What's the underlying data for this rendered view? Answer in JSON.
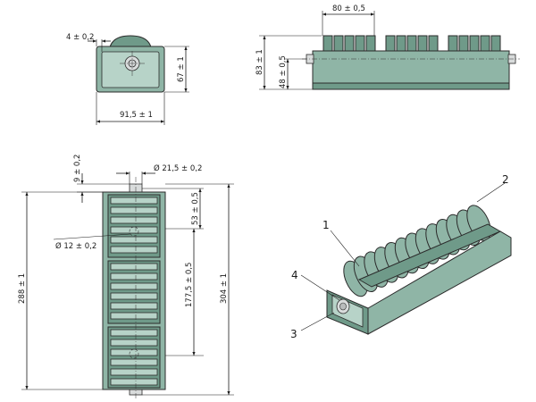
{
  "front_view": {
    "dim_wall": "4 ± 0,2",
    "dim_height": "67 ± 1",
    "dim_width": "91,5 ± 1"
  },
  "side_view": {
    "dim_pitch": "80 ± 0,5",
    "dim_height_total": "83 ± 1",
    "dim_axle_height": "48 ± 0,5"
  },
  "top_view": {
    "dim_axle_len": "9 ± 0,2",
    "dim_axle_dia": "Ø 21,5 ± 0,2",
    "dim_bore": "Ø 12 ± 0,2",
    "dim_end": "53 ± 0,5",
    "dim_span": "177,5 ± 0,5",
    "dim_length": "288 ± 1",
    "dim_total": "304 ± 1"
  },
  "iso_view": {
    "callout_1": "1",
    "callout_2": "2",
    "callout_3": "3",
    "callout_4": "4"
  },
  "colors": {
    "body": "#8fb5a6",
    "body_dark": "#6f9a89",
    "axle": "#d9dcdc"
  }
}
